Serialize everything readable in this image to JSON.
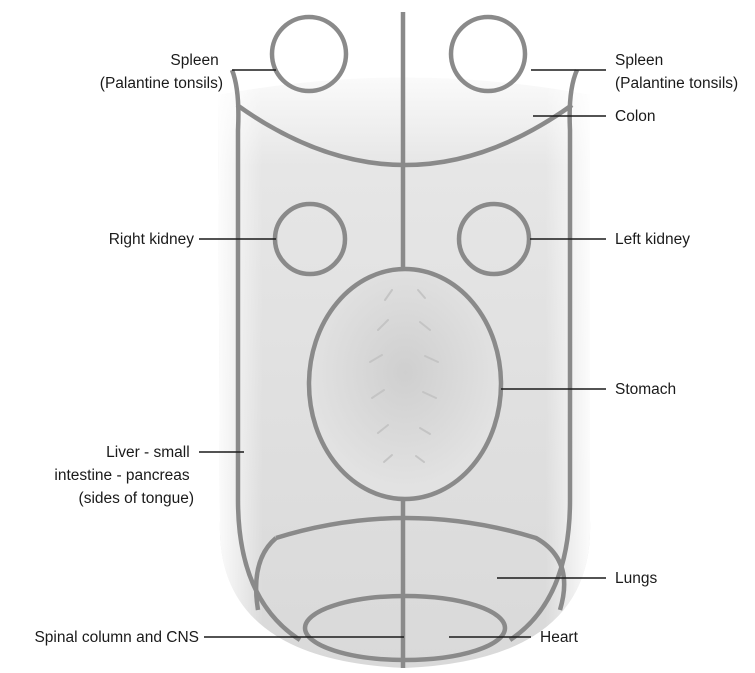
{
  "diagram": {
    "labels": {
      "spleen_left": [
        "Spleen",
        "(Palantine tonsils)"
      ],
      "spleen_right": [
        "Spleen",
        "(Palantine tonsils)"
      ],
      "colon": "Colon",
      "right_kidney": "Right kidney",
      "left_kidney": "Left kidney",
      "stomach": "Stomach",
      "liver": [
        "Liver - small",
        "intestine - pancreas",
        "(sides of tongue)"
      ],
      "lungs": "Lungs",
      "spinal": "Spinal column and CNS",
      "heart": "Heart"
    },
    "colors": {
      "outline": "#8a8a8a",
      "fill_light": "#f4f4f4",
      "fill_mid": "#dcdcdc",
      "text": "#1a1a1a"
    }
  }
}
